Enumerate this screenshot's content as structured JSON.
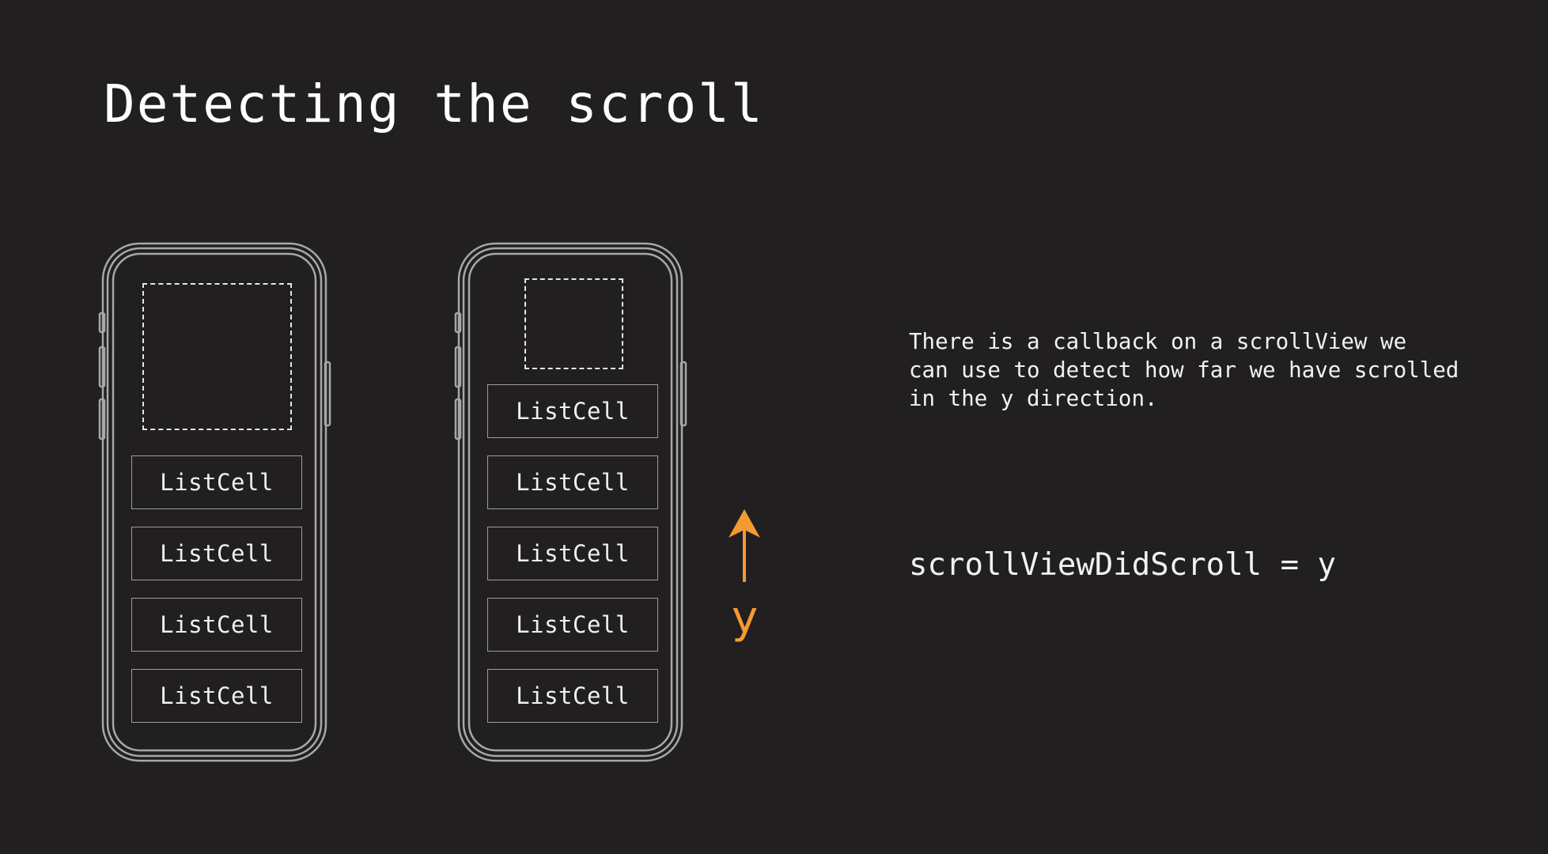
{
  "title": "Detecting the scroll",
  "phones": {
    "left": {
      "cells": [
        "ListCell",
        "ListCell",
        "ListCell",
        "ListCell"
      ]
    },
    "right": {
      "cells": [
        "ListCell",
        "ListCell",
        "ListCell",
        "ListCell",
        "ListCell"
      ]
    }
  },
  "arrow": {
    "label": "y",
    "color": "#f39a33",
    "direction": "up"
  },
  "description": "There is a callback on a scrollView we\ncan use to detect how far we have scrolled\nin the y direction.",
  "formula": "scrollViewDidScroll = y",
  "colors": {
    "background": "#221f20",
    "device_outline": "#a7a7ab",
    "text": "#f2f2f2",
    "accent": "#f39a33"
  }
}
